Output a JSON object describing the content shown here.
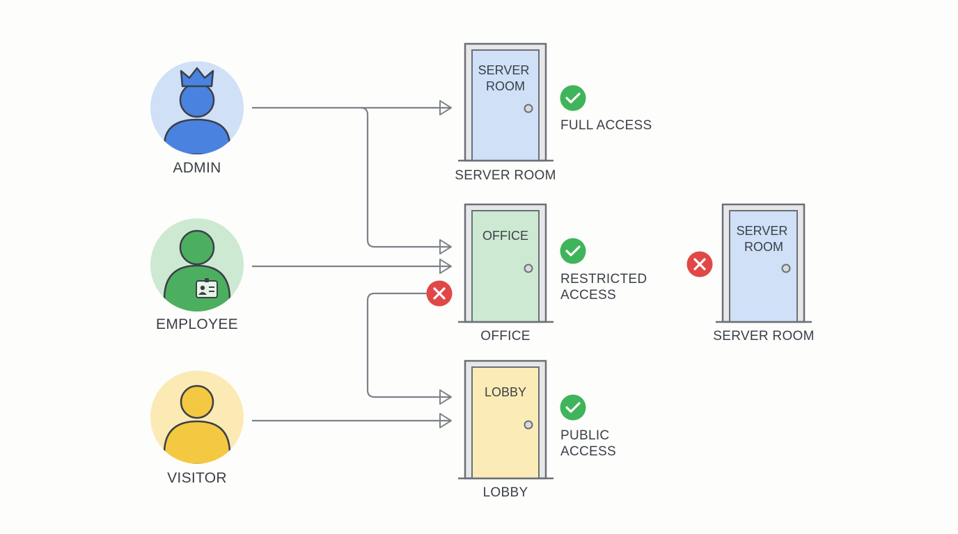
{
  "roles": [
    {
      "id": "admin",
      "label": "ADMIN"
    },
    {
      "id": "employee",
      "label": "EMPLOYEE"
    },
    {
      "id": "visitor",
      "label": "VISITOR"
    }
  ],
  "doors": [
    {
      "id": "server-room",
      "door_text_line1": "SERVER",
      "door_text_line2": "ROOM",
      "caption": "SERVER ROOM"
    },
    {
      "id": "office",
      "door_text_line1": "OFFICE",
      "caption": "OFFICE"
    },
    {
      "id": "lobby",
      "door_text_line1": "LOBBY",
      "caption": "LOBBY"
    },
    {
      "id": "server-room-denied",
      "door_text_line1": "SERVER",
      "door_text_line2": "ROOM",
      "caption": "SERVER ROOM"
    }
  ],
  "access": [
    {
      "line1": "FULL ACCESS"
    },
    {
      "line1": "RESTRICTED",
      "line2": "ACCESS"
    },
    {
      "line1": "PUBLIC",
      "line2": "ACCESS"
    }
  ],
  "colors": {
    "admin": "#4a82e0",
    "admin_bg": "#cfe0f7",
    "employee": "#4caf60",
    "employee_bg": "#cde9d2",
    "visitor": "#f5c842",
    "visitor_bg": "#fbeab4",
    "door_server": "#cfe0f7",
    "door_office": "#cde9d2",
    "door_lobby": "#fbecb7",
    "granted": "#3fb45a",
    "denied": "#e04848"
  },
  "icons": {
    "admin_crown": "crown-icon",
    "employee_badge": "id-badge-icon",
    "granted": "check-icon",
    "denied": "x-icon"
  }
}
